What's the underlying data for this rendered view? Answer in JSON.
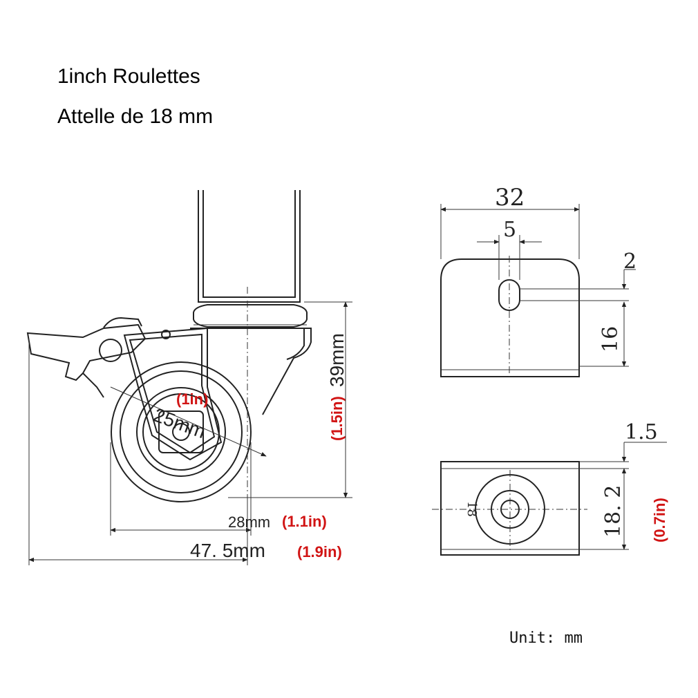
{
  "header": {
    "title": "1inch Roulettes",
    "subtitle": "Attelle de 18 mm"
  },
  "side_view": {
    "height_mm": "39mm",
    "height_in": "(1.5in)",
    "wheel_in": "(1in)",
    "wheel_mm": "25mm",
    "width_mm": "28mm",
    "width_in": "(1.1in)",
    "length_mm": "47. 5mm",
    "length_in": "(1.9in)"
  },
  "bracket_front": {
    "width": "32",
    "slot_width": "5",
    "edge_offset": "2",
    "slot_height": "16"
  },
  "bracket_top": {
    "thickness": "1.5",
    "inner": "18",
    "outer": "18. 2",
    "outer_in": "(0.7in)"
  },
  "unit_label": "Unit: mm",
  "colors": {
    "line": "#222222",
    "accent": "#d11414"
  }
}
